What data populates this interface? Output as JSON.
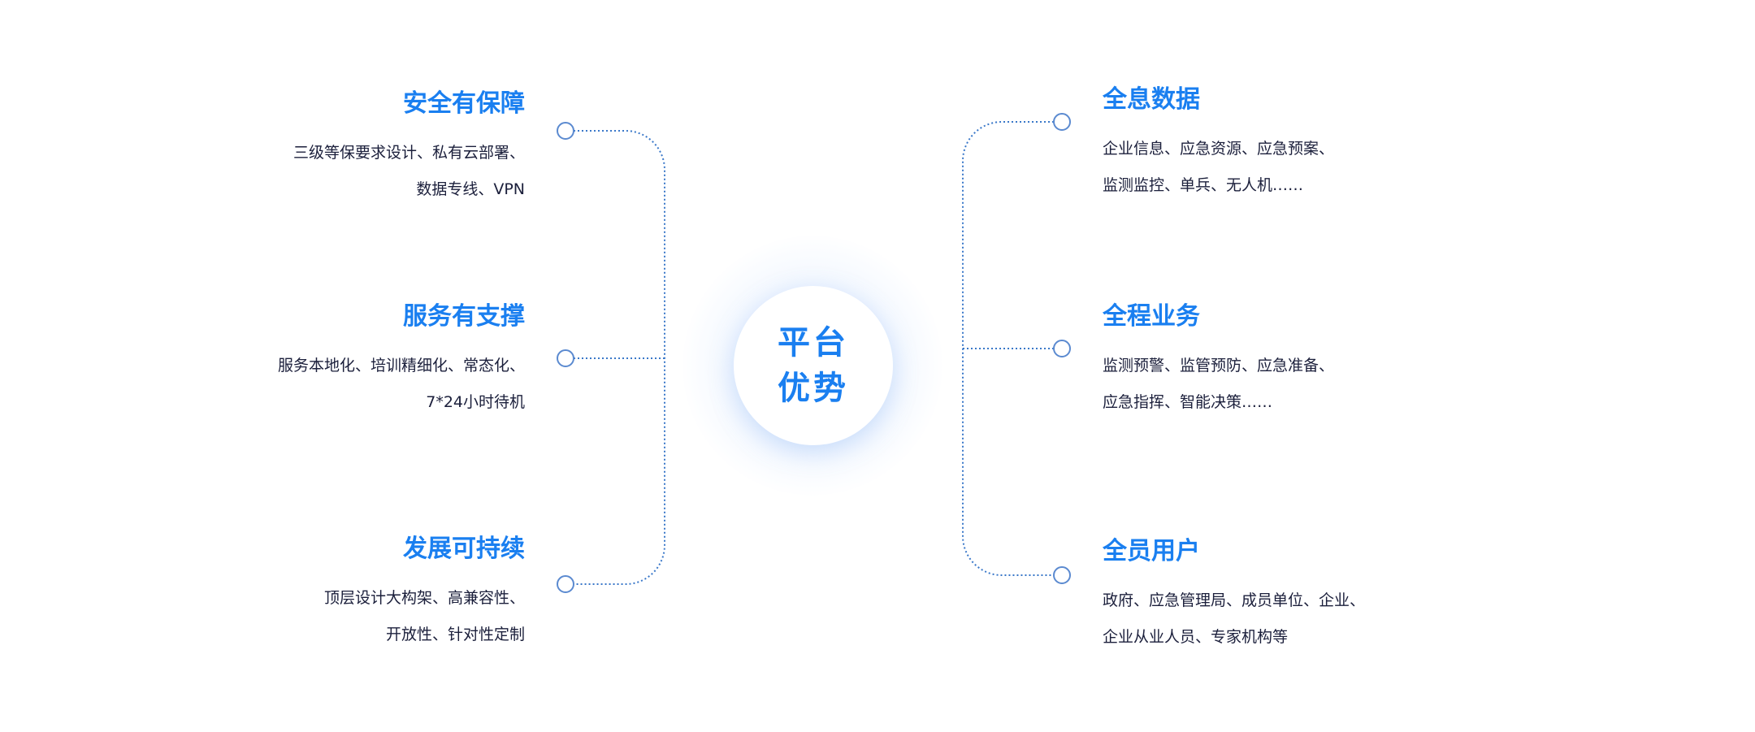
{
  "center": {
    "line1": "平台",
    "line2": "优势"
  },
  "left": [
    {
      "title": "安全有保障",
      "desc": [
        "三级等保要求设计、私有云部署、",
        "数据专线、VPN"
      ]
    },
    {
      "title": "服务有支撑",
      "desc": [
        "服务本地化、培训精细化、常态化、",
        "7*24小时待机"
      ]
    },
    {
      "title": "发展可持续",
      "desc": [
        "顶层设计大构架、高兼容性、",
        "开放性、针对性定制"
      ]
    }
  ],
  "right": [
    {
      "title": "全息数据",
      "desc": [
        "企业信息、应急资源、应急预案、",
        "监测监控、单兵、无人机……"
      ]
    },
    {
      "title": "全程业务",
      "desc": [
        "监测预警、监管预防、应急准备、",
        "应急指挥、智能决策……"
      ]
    },
    {
      "title": "全员用户",
      "desc": [
        "政府、应急管理局、成员单位、企业、",
        "企业从业人员、专家机构等"
      ]
    }
  ],
  "colors": {
    "accent": "#1a7ff0",
    "text": "#1b1f3b",
    "line": "#3a78c9"
  }
}
